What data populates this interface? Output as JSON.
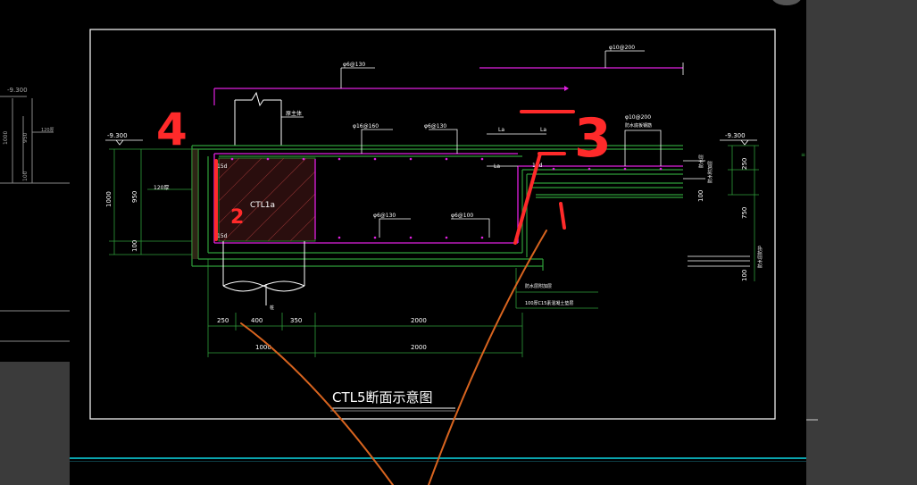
{
  "drawing": {
    "title": "CTL5断面示意图",
    "beam_label": "CTL1a",
    "levels": {
      "left": "-9.300",
      "right": "-9.300",
      "left_panel": "-9.300"
    },
    "rebar": {
      "top_dist": "φ6@130",
      "top_right_dist": "φ10@200",
      "slab_a": "φ16@160",
      "slab_b": "φ6@130",
      "bottom_a": "φ6@130",
      "bottom_b": "φ6@100",
      "right_top": "φ10@200",
      "right_top_note": "防水底板钢筋"
    },
    "notes": {
      "la_1": "La",
      "la_2": "La",
      "la_3": "La",
      "d15_1": "15d",
      "d15_2": "15d",
      "d15_3": "15d",
      "wall_note": "120厚",
      "label_left_small": "原主体",
      "right_note_1": "防水层",
      "right_note_2": "防水附加层",
      "right_note_3": "防水层防护",
      "bottom_note_1": "防水层附加层",
      "bottom_note_2": "100厚C15素混凝土垫层",
      "pile": "桩"
    },
    "dims": {
      "h_1000": "1000",
      "h_950": "950",
      "h_100": "100",
      "d_250": "250",
      "d_400": "400",
      "d_350": "350",
      "d_2000_a": "2000",
      "d_1000": "1000",
      "d_2000_b": "2000",
      "r_250": "250",
      "r_100": "100",
      "r_750": "750",
      "r_100b": "100",
      "lp_1000": "1000",
      "lp_950": "950",
      "lp_100": "100",
      "lp_120": "120厚"
    },
    "annotations": {
      "mark_4": "4",
      "mark_2": "2",
      "mark_3": "3",
      "mark_1": "1"
    }
  },
  "colors": {
    "frame": "#ffffff",
    "concrete": "#2f9e3a",
    "rebar": "#e020e0",
    "dim": "#ffffff",
    "hatch_fill": "#2a0e0e",
    "annotation_red": "#ff2a2a",
    "orange_line": "#d8641f",
    "teal": "#0aa3ad"
  }
}
